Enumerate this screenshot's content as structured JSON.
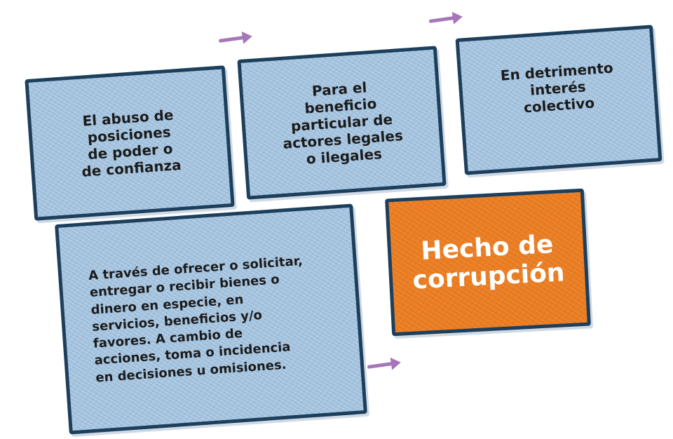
{
  "diagram": {
    "boxes": {
      "abuso": "El abuso de\nposiciones\nde poder o\nde confianza",
      "beneficio": "Para el\nbeneficio\nparticular de\nactores legales\no ilegales",
      "detrimento": "En detrimento\ninterés\ncolectivo",
      "atraves": "A través de ofrecer o solicitar,\nentregar o recibir bienes o\ndinero en especie, en\nservicios, beneficios y/o\nfavores. A cambio de\nacciones, toma o incidencia\nen decisiones u omisiones.",
      "hecho": "Hecho de\ncorrupción"
    },
    "colors": {
      "box_fill": "#a3c2de",
      "box_border": "#1d3f5c",
      "highlight_fill": "#ea7d22",
      "arrow": "#a576b8"
    },
    "arrow_icon": "right-arrow-icon"
  }
}
